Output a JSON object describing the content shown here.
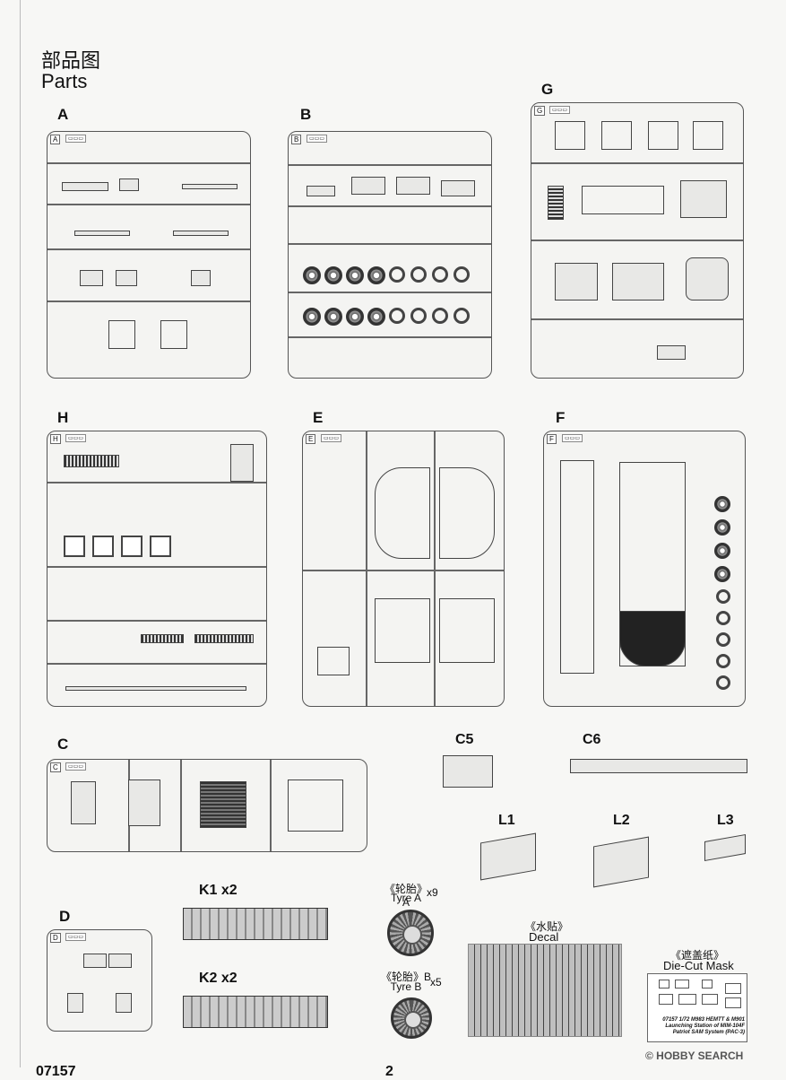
{
  "header": {
    "title_cn": "部品图",
    "title_en": "Parts"
  },
  "sprues": {
    "A": "A",
    "B": "B",
    "G": "G",
    "H": "H",
    "E": "E",
    "F": "F",
    "C": "C",
    "D": "D"
  },
  "parts": {
    "c5": "C5",
    "c6": "C6",
    "l1": "L1",
    "l2": "L2",
    "l3": "L3",
    "k1": "K1 x2",
    "k2": "K2 x2"
  },
  "tyres": {
    "a_cn": "《轮胎》A",
    "a_en": "Tyre A",
    "a_qty": "x9",
    "b_cn": "《轮胎》B",
    "b_en": "Tyre B",
    "b_qty": "x5"
  },
  "decal": {
    "cn": "《水贴》",
    "en": "Decal"
  },
  "mask": {
    "cn": "《遮盖纸》",
    "en": "Die-Cut Mask",
    "caption": "07157 1/72 M983 HEMTT & M901 Launching Station of MIM-104F Patriot SAM System (PAC-3)"
  },
  "footer": {
    "product_code": "07157",
    "page_number": "2"
  },
  "watermark": "© HOBBY SEARCH"
}
